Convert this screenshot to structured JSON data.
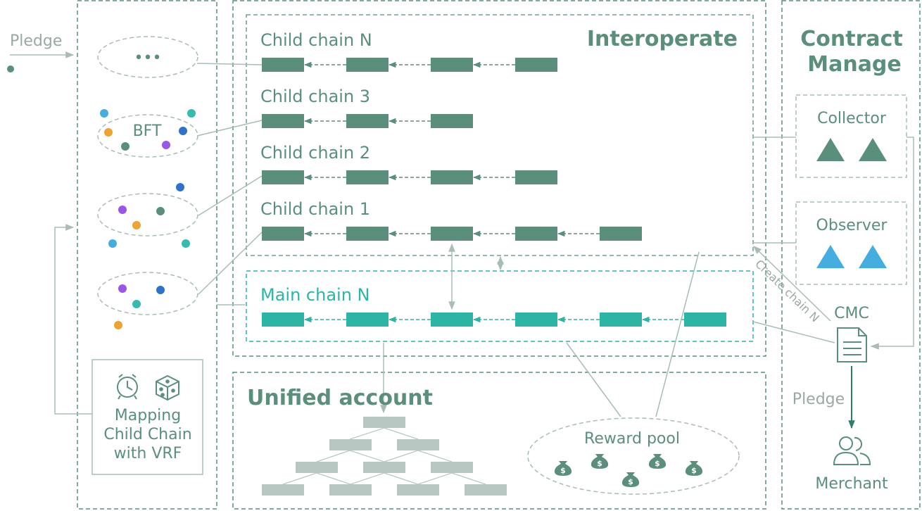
{
  "colors": {
    "green": "#5a8f7b",
    "teal": "#2bb5a4",
    "gray_line": "#a9bdb5",
    "gray_block": "#b6c8c1",
    "text_gray": "#9aa9a3",
    "blue": "#45aee0",
    "dark_blue": "#2e72c9",
    "orange": "#eea231",
    "purple": "#9a55ea",
    "cyan": "#35bcae"
  },
  "left": {
    "pledge_label": "Pledge",
    "ellipsis": "•••",
    "bft_label": "BFT",
    "mapping_lines": [
      "Mapping",
      "Child Chain",
      "with VRF"
    ],
    "icons": [
      "alarm-clock-icon",
      "dice-icon"
    ]
  },
  "center": {
    "interoperate_title": "Interoperate",
    "child_chains": [
      {
        "label": "Child chain N",
        "blocks": 4
      },
      {
        "label": "Child chain 3",
        "blocks": 3
      },
      {
        "label": "Child chain 2",
        "blocks": 4
      },
      {
        "label": "Child chain 1",
        "blocks": 5
      }
    ],
    "main_chain": {
      "label": "Main chain N",
      "blocks": 6
    }
  },
  "bottom": {
    "unified_title": "Unified account",
    "reward_pool_label": "Reward pool",
    "coin_icon": "money-bag-icon"
  },
  "right": {
    "title_lines": [
      "Contract",
      "Manage"
    ],
    "collector_label": "Collector",
    "observer_label": "Observer",
    "create_chain_label": "Create chain N",
    "cmc_label": "CMC",
    "pledge_label": "Pledge",
    "merchant_label": "Merchant",
    "icons": [
      "document-icon",
      "people-icon"
    ]
  }
}
